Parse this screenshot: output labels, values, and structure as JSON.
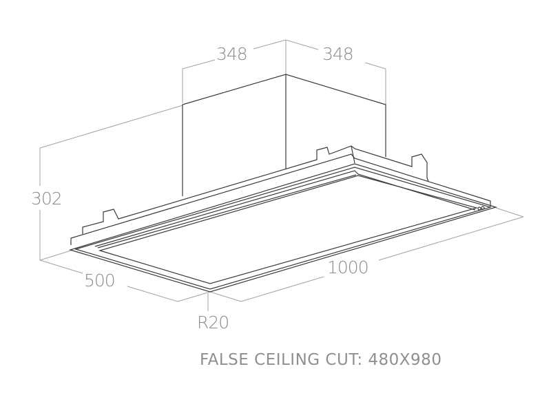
{
  "dimensions": {
    "width_left": "348",
    "width_right": "348",
    "height": "302",
    "depth": "500",
    "length": "1000",
    "radius": "R20"
  },
  "note": "FALSE CEILING CUT: 480X980",
  "colors": {
    "line": "#3a3a3a",
    "dimension": "#9a9a9a",
    "text": "#8a8a8a"
  }
}
